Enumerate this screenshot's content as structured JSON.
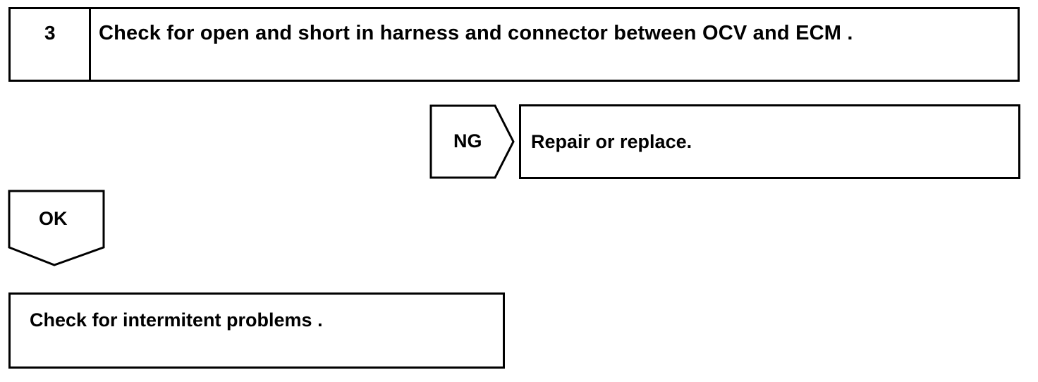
{
  "step": {
    "number": "3",
    "title": "Check for open and short in harness and connector between OCV and ECM ."
  },
  "ng_branch": {
    "label": "NG",
    "action": "Repair or replace."
  },
  "ok_branch": {
    "label": "OK",
    "action": "Check for intermitent problems ."
  }
}
